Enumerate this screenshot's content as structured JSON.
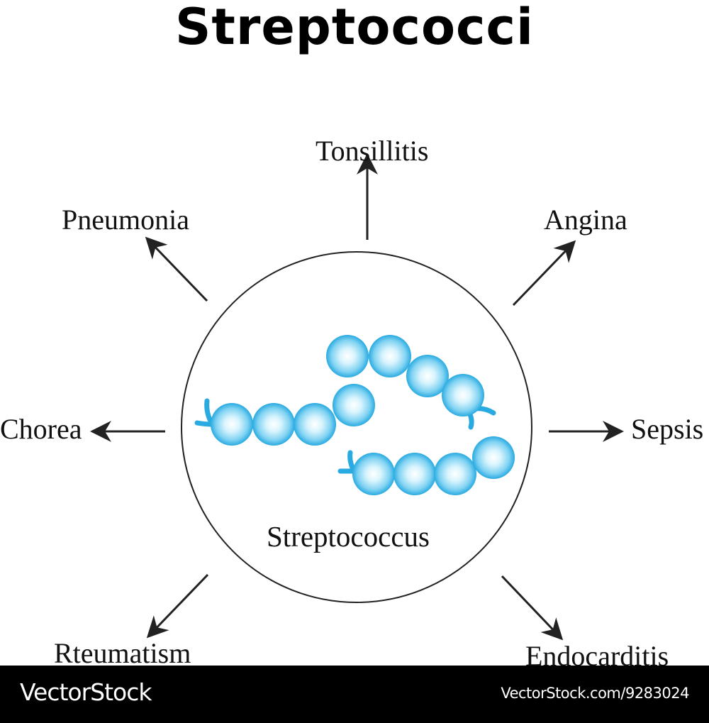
{
  "title": "Streptococci",
  "center_label": "Streptococcus",
  "colors": {
    "coccus_light": "#e8faff",
    "coccus_dark": "#29aae1",
    "outline": "#222222",
    "footer_bg": "#000000"
  },
  "diseases": {
    "tonsillitis": "Tonsillitis",
    "angina": "Angina",
    "sepsis": "Sepsis",
    "endocarditis": "Endocarditis",
    "rteumatism": "Rteumatism",
    "chorea": "Chorea",
    "pneumonia": "Pneumonia"
  },
  "footer": {
    "brand": "VectorStock",
    "url": "VectorStock.com/9283024"
  }
}
